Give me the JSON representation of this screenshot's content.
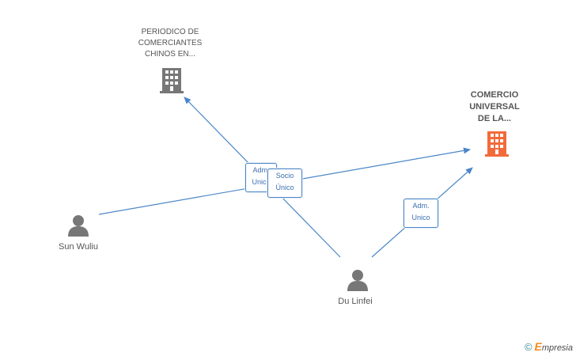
{
  "nodes": {
    "periodico": {
      "label_lines": [
        "PERIODICO DE",
        "COMERCIANTES",
        "CHINOS EN..."
      ],
      "icon": "building-icon",
      "color": "#777777"
    },
    "comercio": {
      "label_lines": [
        "COMERCIO",
        "UNIVERSAL",
        "DE LA..."
      ],
      "icon": "building-icon",
      "color": "#f26a3a"
    },
    "sun_wuliu": {
      "label": "Sun Wuliu",
      "icon": "person-icon",
      "color": "#777777"
    },
    "du_linfei": {
      "label": "Du Linfei",
      "icon": "person-icon",
      "color": "#777777"
    }
  },
  "edges": [
    {
      "from": "du_linfei",
      "to": "periodico",
      "label_lines": [
        "Adm.",
        "Unico"
      ]
    },
    {
      "from": "sun_wuliu",
      "to": "comercio",
      "label_lines": [
        "Socio",
        "Único"
      ]
    },
    {
      "from": "du_linfei",
      "to": "comercio",
      "label_lines": [
        "Adm.",
        "Unico"
      ]
    }
  ],
  "edge_color": "#4a86c8",
  "footer": {
    "copyright_symbol": "©",
    "brand_first_letter": "E",
    "brand_rest": "mpresia"
  }
}
